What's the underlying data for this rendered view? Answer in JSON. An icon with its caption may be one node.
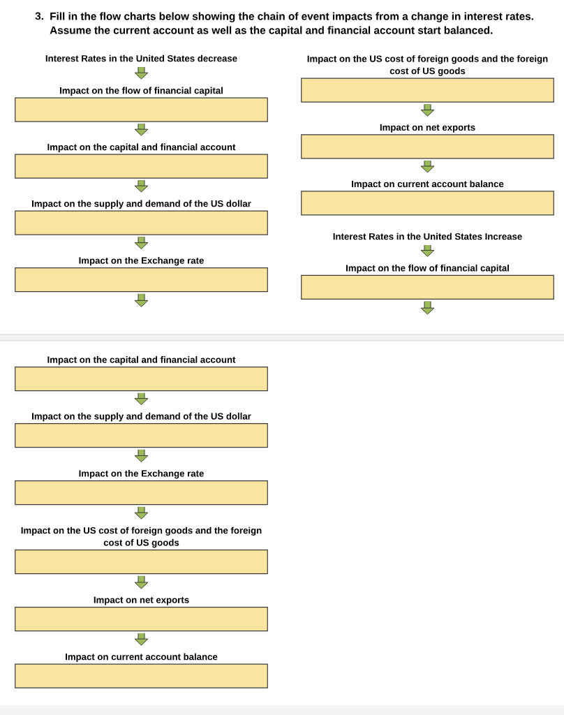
{
  "diagram": {
    "title": "Fill in the flow charts below showing the chain of event impacts from a change in interest rates. Assume the current account as well as the capital and financial account start balanced.",
    "nodes": [
      {
        "text": [
          "Interest Rates in the United States decrease"
        ]
      },
      {
        "text": [
          "Impact on the flow of financial capital"
        ]
      },
      {
        "text": [
          "Impact on the capital and financial account"
        ]
      },
      {
        "text": [
          "Impact on the supply and demand of the US dollar"
        ]
      },
      {
        "text": [
          "Impact on the Exchange rate"
        ]
      },
      {
        "text": [
          "Impact on the US cost of foreign goods and the foreign cost of US goods"
        ]
      },
      {
        "text": [
          "Impact on net exports"
        ]
      },
      {
        "text": [
          "Impact on current account balance"
        ]
      },
      {
        "text": [
          "Interest Rates in the United States Increase"
        ]
      },
      {
        "text": [
          "Impact on the flow of financial capital"
        ]
      },
      {
        "text": [
          "Impact on the capital and financial account"
        ]
      },
      {
        "text": [
          "Impact on the supply and demand of the US dollar"
        ]
      },
      {
        "text": [
          "Impact on the Exchange rate"
        ]
      },
      {
        "text": [
          "Impact on the US cost of foreign goods and the foreign cost of US goods"
        ]
      },
      {
        "text": [
          "Impact on net exports"
        ]
      },
      {
        "text": [
          "Impact on current account balance"
        ]
      }
    ],
    "edges": [
      {
        "from": 0,
        "to": 1,
        "arrow": "to"
      },
      {
        "from": 1,
        "to": 2,
        "arrow": "to"
      },
      {
        "from": 2,
        "to": 3,
        "arrow": "to"
      },
      {
        "from": 3,
        "to": 4,
        "arrow": "to"
      },
      {
        "from": 4,
        "to": null,
        "arrow": "to"
      },
      {
        "from": 5,
        "to": 6,
        "arrow": "to"
      },
      {
        "from": 6,
        "to": 7,
        "arrow": "to"
      },
      {
        "from": 8,
        "to": 9,
        "arrow": "to"
      },
      {
        "from": 9,
        "to": null,
        "arrow": "to"
      },
      {
        "from": 10,
        "to": 11,
        "arrow": "to"
      },
      {
        "from": 11,
        "to": 12,
        "arrow": "to"
      },
      {
        "from": 12,
        "to": 13,
        "arrow": "to"
      },
      {
        "from": 13,
        "to": 14,
        "arrow": "to"
      },
      {
        "from": 14,
        "to": 15,
        "arrow": "to"
      }
    ],
    "labels": [
      "3."
    ]
  }
}
